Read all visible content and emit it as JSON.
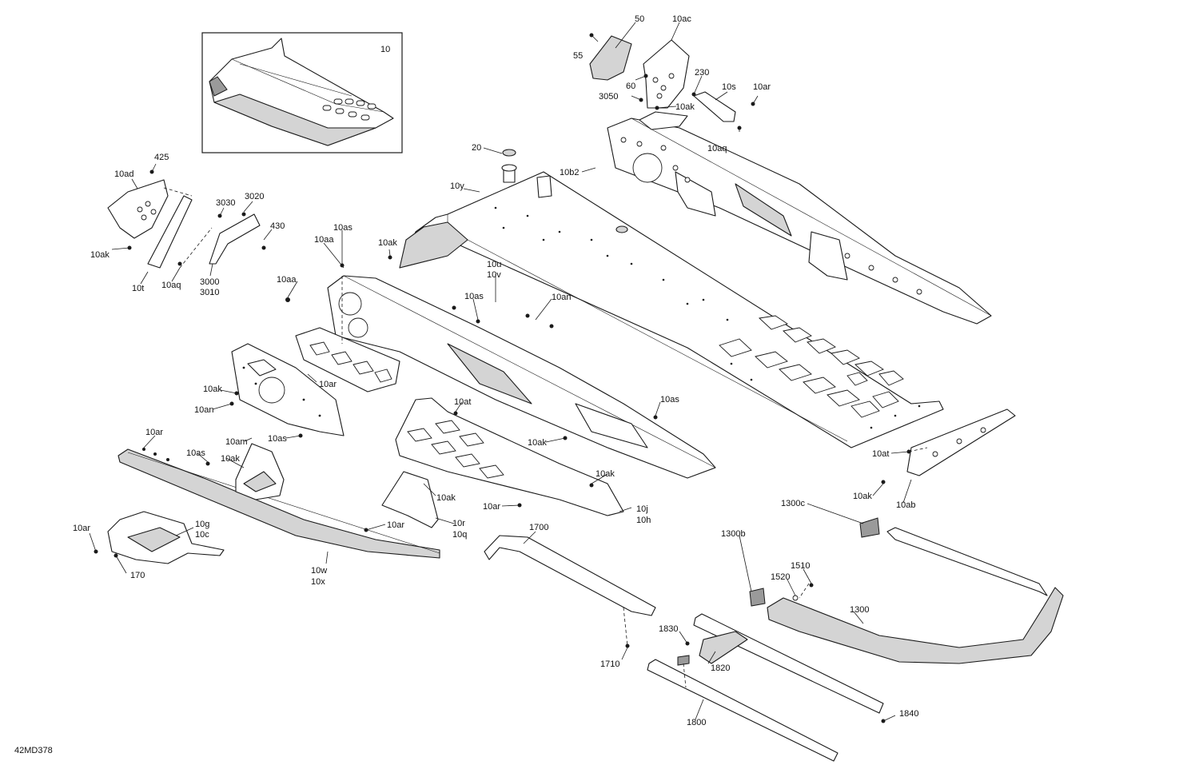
{
  "diagram_code": "42MD378",
  "inset_label": "10",
  "callouts": {
    "c50": "50",
    "c55": "55",
    "c60": "60",
    "c10ac": "10ac",
    "c230": "230",
    "c10s": "10s",
    "c10ar_a": "10ar",
    "c3050": "3050",
    "c10ak_a": "10ak",
    "c10aq_a": "10aq",
    "c20": "20",
    "c10b2": "10b2",
    "c10y": "10y",
    "c425": "425",
    "c10ad": "10ad",
    "c3030": "3030",
    "c3020": "3020",
    "c430": "430",
    "c10ak_b": "10ak",
    "c10t": "10t",
    "c10aq_b": "10aq",
    "c3000": "3000",
    "c3010": "3010",
    "c10as_a": "10as",
    "c10aa_a": "10aa",
    "c10ak_c": "10ak",
    "c10aa_b": "10aa",
    "c10u": "10u",
    "c10v": "10v",
    "c10as_b": "10as",
    "c10an_a": "10an",
    "c10ar_b": "10ar",
    "c10ak_d": "10ak",
    "c10an_b": "10an",
    "c10at_a": "10at",
    "c10as_c": "10as",
    "c10am": "10am",
    "c10as_d": "10as",
    "c10ak_e": "10ak",
    "c10ar_c": "10ar",
    "c10as_e": "10as",
    "c10ak_f": "10ak",
    "c10ak_g": "10ak",
    "c10ak_h": "10ak",
    "c10ar_d": "10ar",
    "c10j": "10j",
    "c10h": "10h",
    "c10at_b": "10at",
    "c10ak_i": "10ak",
    "c10ab": "10ab",
    "c10ar_e": "10ar",
    "c10g": "10g",
    "c10c": "10c",
    "c170": "170",
    "c10ar_f": "10ar",
    "c10r": "10r",
    "c10q": "10q",
    "c10w": "10w",
    "c10x": "10x",
    "c1700": "1700",
    "c1300c": "1300c",
    "c1300b": "1300b",
    "c1510": "1510",
    "c1520": "1520",
    "c1300": "1300",
    "c1830": "1830",
    "c1820": "1820",
    "c1710": "1710",
    "c1800": "1800",
    "c1840": "1840"
  }
}
